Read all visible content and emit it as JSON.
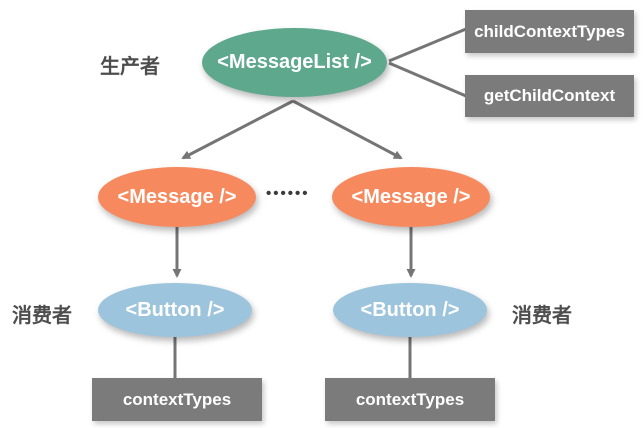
{
  "diagram": {
    "producer_label": "生产者",
    "consumer_label_left": "消费者",
    "consumer_label_right": "消费者",
    "ellipsis": "••••••",
    "nodes": {
      "message_list": "<MessageList />",
      "message_left": "<Message />",
      "message_right": "<Message />",
      "button_left": "<Button />",
      "button_right": "<Button />"
    },
    "boxes": {
      "child_context_types": "childContextTypes",
      "get_child_context": "getChildContext",
      "context_types_left": "contextTypes",
      "context_types_right": "contextTypes"
    },
    "colors": {
      "producer_node": "#5ea88e",
      "message_node": "#f68a5e",
      "consumer_node": "#9cc4dc",
      "gray_box": "#7b7b7b",
      "connector": "#757575",
      "label_text": "#4d4d4d",
      "node_text": "#ffffff",
      "background": "#ffffff"
    }
  }
}
